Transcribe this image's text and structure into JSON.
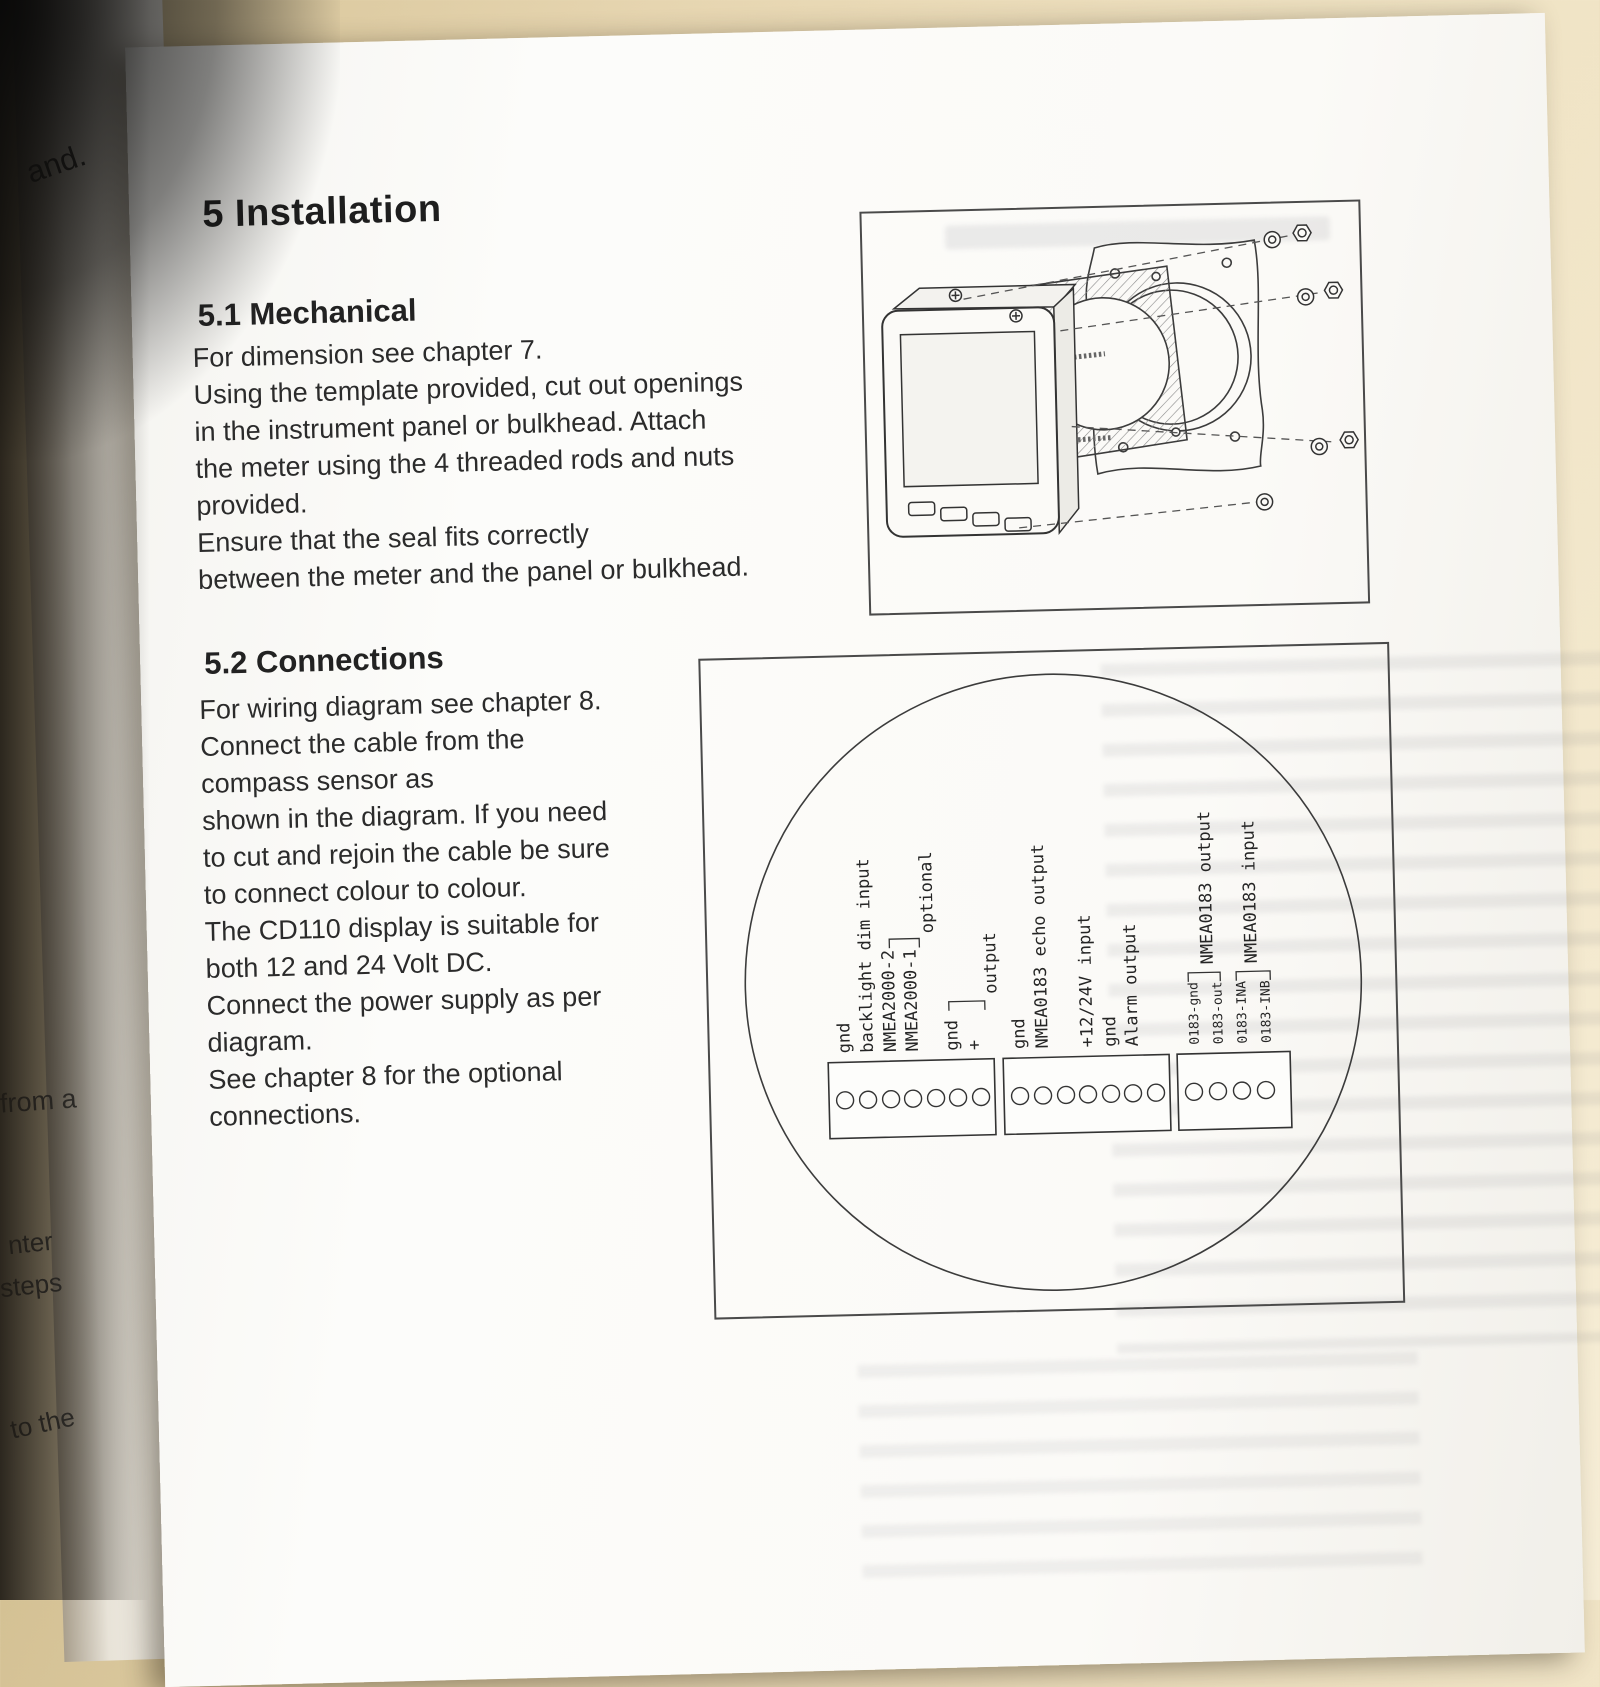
{
  "document": {
    "heading": "5 Installation",
    "mechanical": {
      "title": "5.1 Mechanical",
      "lines": [
        "For dimension see chapter 7.",
        "Using the template provided, cut out openings",
        "in the instrument panel or bulkhead. Attach",
        "the meter using the 4 threaded rods and nuts",
        "provided.",
        "Ensure that the seal fits correctly",
        "between the meter and the panel or bulkhead."
      ]
    },
    "connections": {
      "title": "5.2 Connections",
      "lines": [
        "For wiring diagram see chapter 8.",
        "Connect the cable from the",
        "compass sensor as",
        "shown in the diagram. If you need",
        "to cut and rejoin the cable be sure",
        "to connect colour to colour.",
        "The CD110 display is suitable for",
        "both 12 and 24 Volt DC.",
        "Connect the power supply as per",
        "diagram.",
        "See chapter 8 for the optional",
        "connections."
      ]
    }
  },
  "edge_fragments": [
    "and.",
    "from a",
    "nter",
    "steps",
    "to the"
  ],
  "diagram": {
    "block1": {
      "labels": [
        "gnd",
        "backlight dim input",
        "NMEA2000-2",
        "NMEA2000-1",
        "gnd",
        "+"
      ],
      "optional_label": "optional",
      "output_label": "output"
    },
    "block2": {
      "labels": [
        "gnd",
        "NMEA0183 echo output",
        "+12/24V input",
        "gnd",
        "Alarm output"
      ]
    },
    "block3": {
      "labels": [
        "0183-gnd",
        "0183-out",
        "0183-INA",
        "0183-INB"
      ],
      "output_label": "NMEA0183 output",
      "input_label": "NMEA0183 input"
    }
  }
}
